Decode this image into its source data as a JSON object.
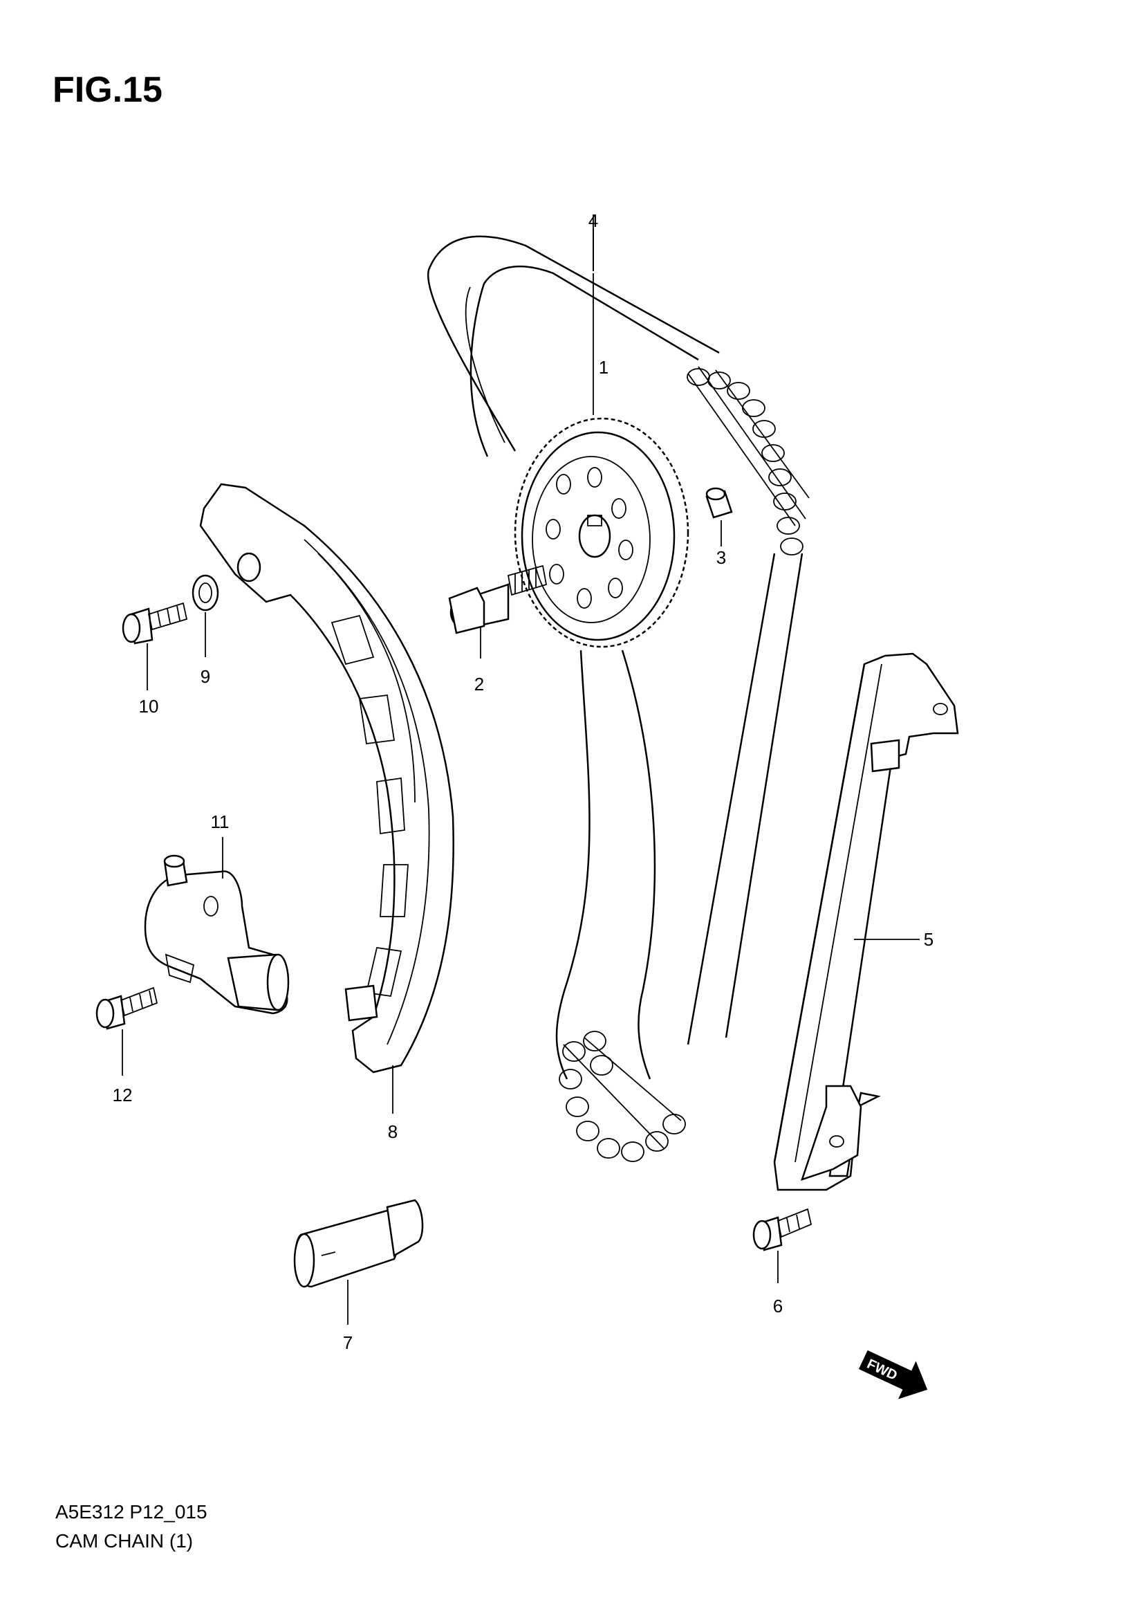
{
  "figure": {
    "title": "FIG.15"
  },
  "footer": {
    "code": "A5E312 P12_015",
    "name": "CAM CHAIN (1)"
  },
  "fwd_badge": {
    "text": "FWD"
  },
  "callouts": {
    "c1": "1",
    "c2": "2",
    "c3": "3",
    "c4": "4",
    "c5": "5",
    "c6": "6",
    "c7": "7",
    "c8": "8",
    "c9": "9",
    "c10": "10",
    "c11": "11",
    "c12": "12"
  }
}
